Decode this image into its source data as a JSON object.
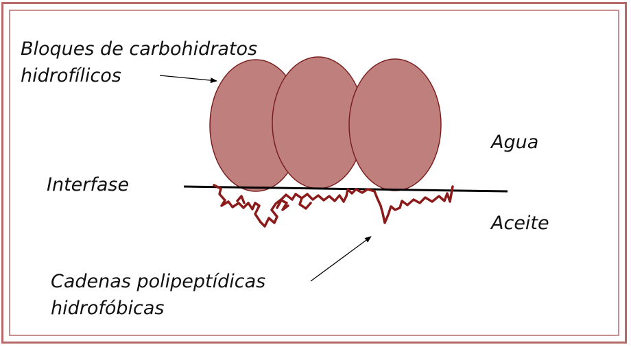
{
  "labels": {
    "carbohydrate_blocks_line1": "Bloques de carbohidratos",
    "carbohydrate_blocks_line2": "hidrofílicos",
    "water": "Agua",
    "interface": "Interfase",
    "oil": "Aceite",
    "polypeptide_chains_line1": "Cadenas polipeptídicas",
    "polypeptide_chains_line2": "hidrofóbicas"
  },
  "colors": {
    "border": "#b56a6a",
    "block_fill": "#bf7f7d",
    "block_stroke": "#7a1f1f",
    "chain": "#8b1a1a",
    "line": "#000000"
  }
}
